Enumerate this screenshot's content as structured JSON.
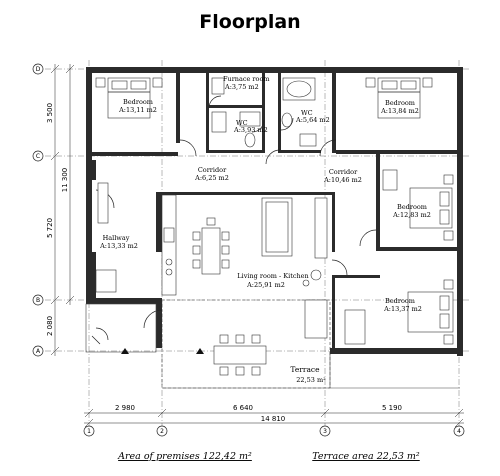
{
  "title": "Floorplan",
  "rooms": {
    "bedroom_nw": {
      "name": "Bedroom",
      "area": "A:13,11 m2"
    },
    "furnace": {
      "name": "Furnace room",
      "area": "A:3,75 m2"
    },
    "wc_a": {
      "name": "WC",
      "area": "A:3,93 m2"
    },
    "wc_b": {
      "name": "WC",
      "area": "A:5,64 m2"
    },
    "bedroom_ne": {
      "name": "Bedroom",
      "area": "A:13,84 m2"
    },
    "corridor_w": {
      "name": "Corridor",
      "area": "A:6,25 m2"
    },
    "corridor_e": {
      "name": "Corridor",
      "area": "A:10,46 m2"
    },
    "bedroom_e": {
      "name": "Bedroom",
      "area": "A:12,83 m2"
    },
    "hallway": {
      "name": "Hallway",
      "area": "A:13,33 m2"
    },
    "living": {
      "name": "Living room - Kitchen",
      "area": "A:25,91 m2"
    },
    "bedroom_se": {
      "name": "Bedroom",
      "area": "A:13,37 m2"
    },
    "terrace": {
      "name": "Terrace",
      "area": "22,53 m²"
    }
  },
  "axes_rows": [
    "D",
    "C",
    "B",
    "A"
  ],
  "axes_cols": [
    "1",
    "2",
    "3",
    "4"
  ],
  "dims_vertical": {
    "d_c": "3 500",
    "c_b": "5 720",
    "b_a": "2 080",
    "total": "11 300"
  },
  "dims_horizontal": {
    "a": "2 980",
    "b": "6 640",
    "c": "5 190",
    "total": "14 810"
  },
  "footer": {
    "premises": "Area of premises 122,42 m²",
    "terrace": "Terrace area 22,53 m²"
  }
}
